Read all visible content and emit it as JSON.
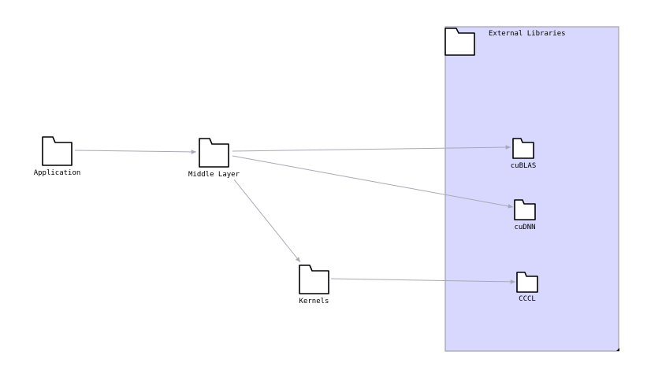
{
  "colors": {
    "group_fill": "#d8d8fe",
    "group_stroke": "#9f9fb0",
    "edge": "#a8a8b4",
    "folder_fill": "#ffffff",
    "folder_stroke": "#000000"
  },
  "group": {
    "label": "External Libraries",
    "icon": "folder-icon"
  },
  "nodes": {
    "application": {
      "label": "Application",
      "icon": "folder-icon"
    },
    "middle_layer": {
      "label": "Middle Layer",
      "icon": "folder-icon"
    },
    "kernels": {
      "label": "Kernels",
      "icon": "folder-icon"
    },
    "cublas": {
      "label": "cuBLAS",
      "icon": "folder-icon"
    },
    "cudnn": {
      "label": "cuDNN",
      "icon": "folder-icon"
    },
    "cccl": {
      "label": "CCCL",
      "icon": "folder-icon"
    }
  },
  "edges": [
    {
      "from": "application",
      "to": "middle_layer"
    },
    {
      "from": "middle_layer",
      "to": "cublas"
    },
    {
      "from": "middle_layer",
      "to": "cudnn"
    },
    {
      "from": "middle_layer",
      "to": "kernels"
    },
    {
      "from": "kernels",
      "to": "cccl"
    }
  ]
}
